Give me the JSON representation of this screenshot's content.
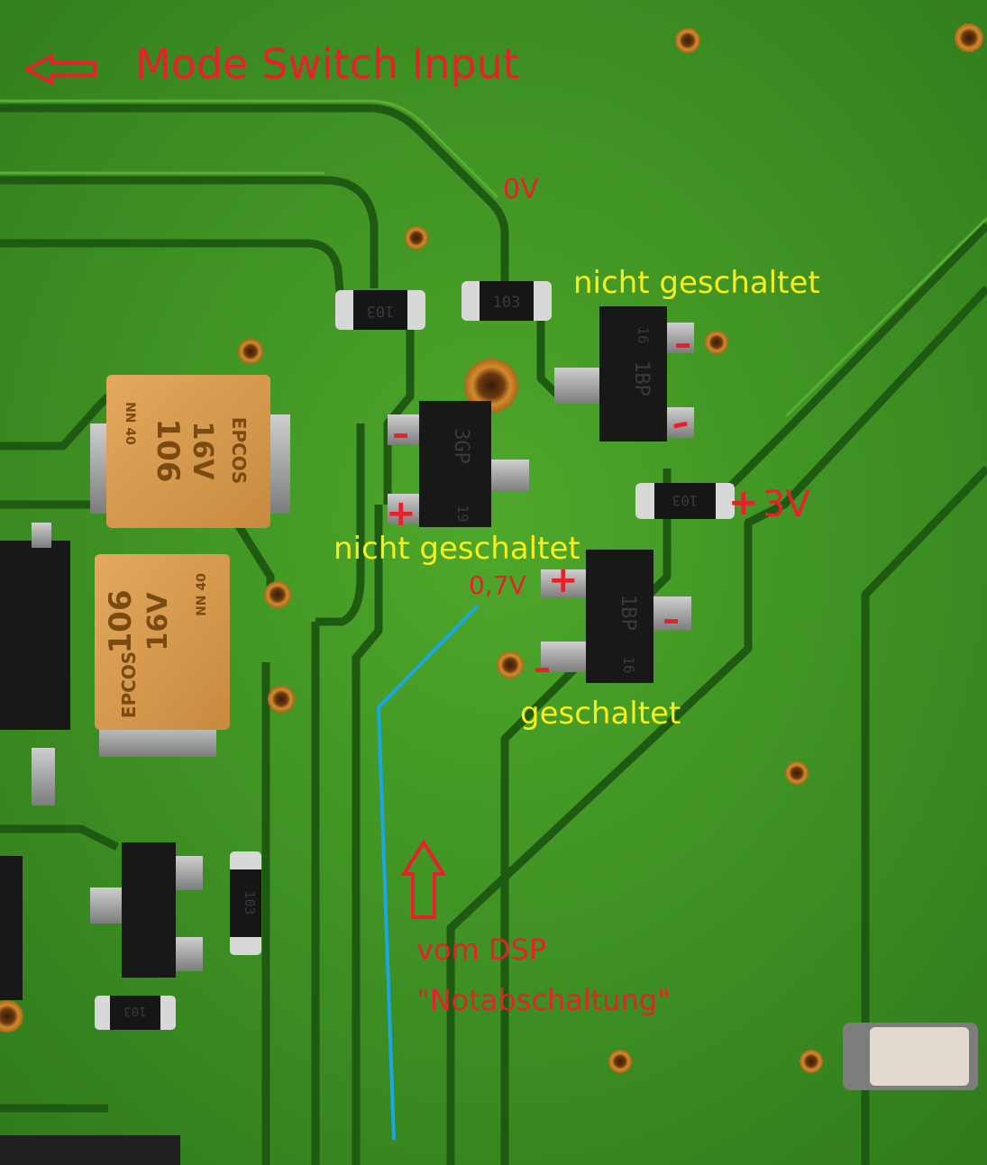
{
  "annotations": {
    "mode_switch": "Mode Switch Input",
    "zero_volt": "0V",
    "nicht_geschaltet_top": "nicht geschaltet",
    "three_volt": "3V",
    "nicht_geschaltet_mid": "nicht geschaltet",
    "zero_seven_volt": "0,7V",
    "geschaltet": "geschaltet",
    "vom_dsp_line1": "vom DSP",
    "vom_dsp_line2": "\"Notabschaltung\"",
    "plus": "+",
    "minus": "–"
  },
  "component_markings": {
    "resistor_left": "103",
    "resistor_right": "103",
    "resistor_mid": "103",
    "transistor_3gp": "3GP",
    "transistor_3gp_code": "19",
    "transistor_1bp_top": "1BP",
    "transistor_1bp_top_code": "16",
    "transistor_1bp_bottom": "1BP",
    "transistor_1bp_bottom_code": "16",
    "cap_top_code": "106",
    "cap_top_voltage": "16V",
    "cap_top_brand": "EPCOS",
    "cap_top_lot": "NN 40",
    "cap_bottom_code": "106",
    "cap_bottom_voltage": "16V",
    "cap_bottom_brand": "EPCOS",
    "cap_bottom_lot": "NN 40",
    "resistor_bottom_left": "103",
    "resistor_bottom_small": "103"
  },
  "colors": {
    "annotation_red": "#e8202a",
    "annotation_yellow": "#f7ee1c",
    "highlight_trace": "#1aa7e6",
    "board_green": "#3f8f22"
  },
  "icons": {
    "left_arrow": "outline-left-arrow-icon",
    "up_arrow": "outline-up-arrow-icon"
  }
}
